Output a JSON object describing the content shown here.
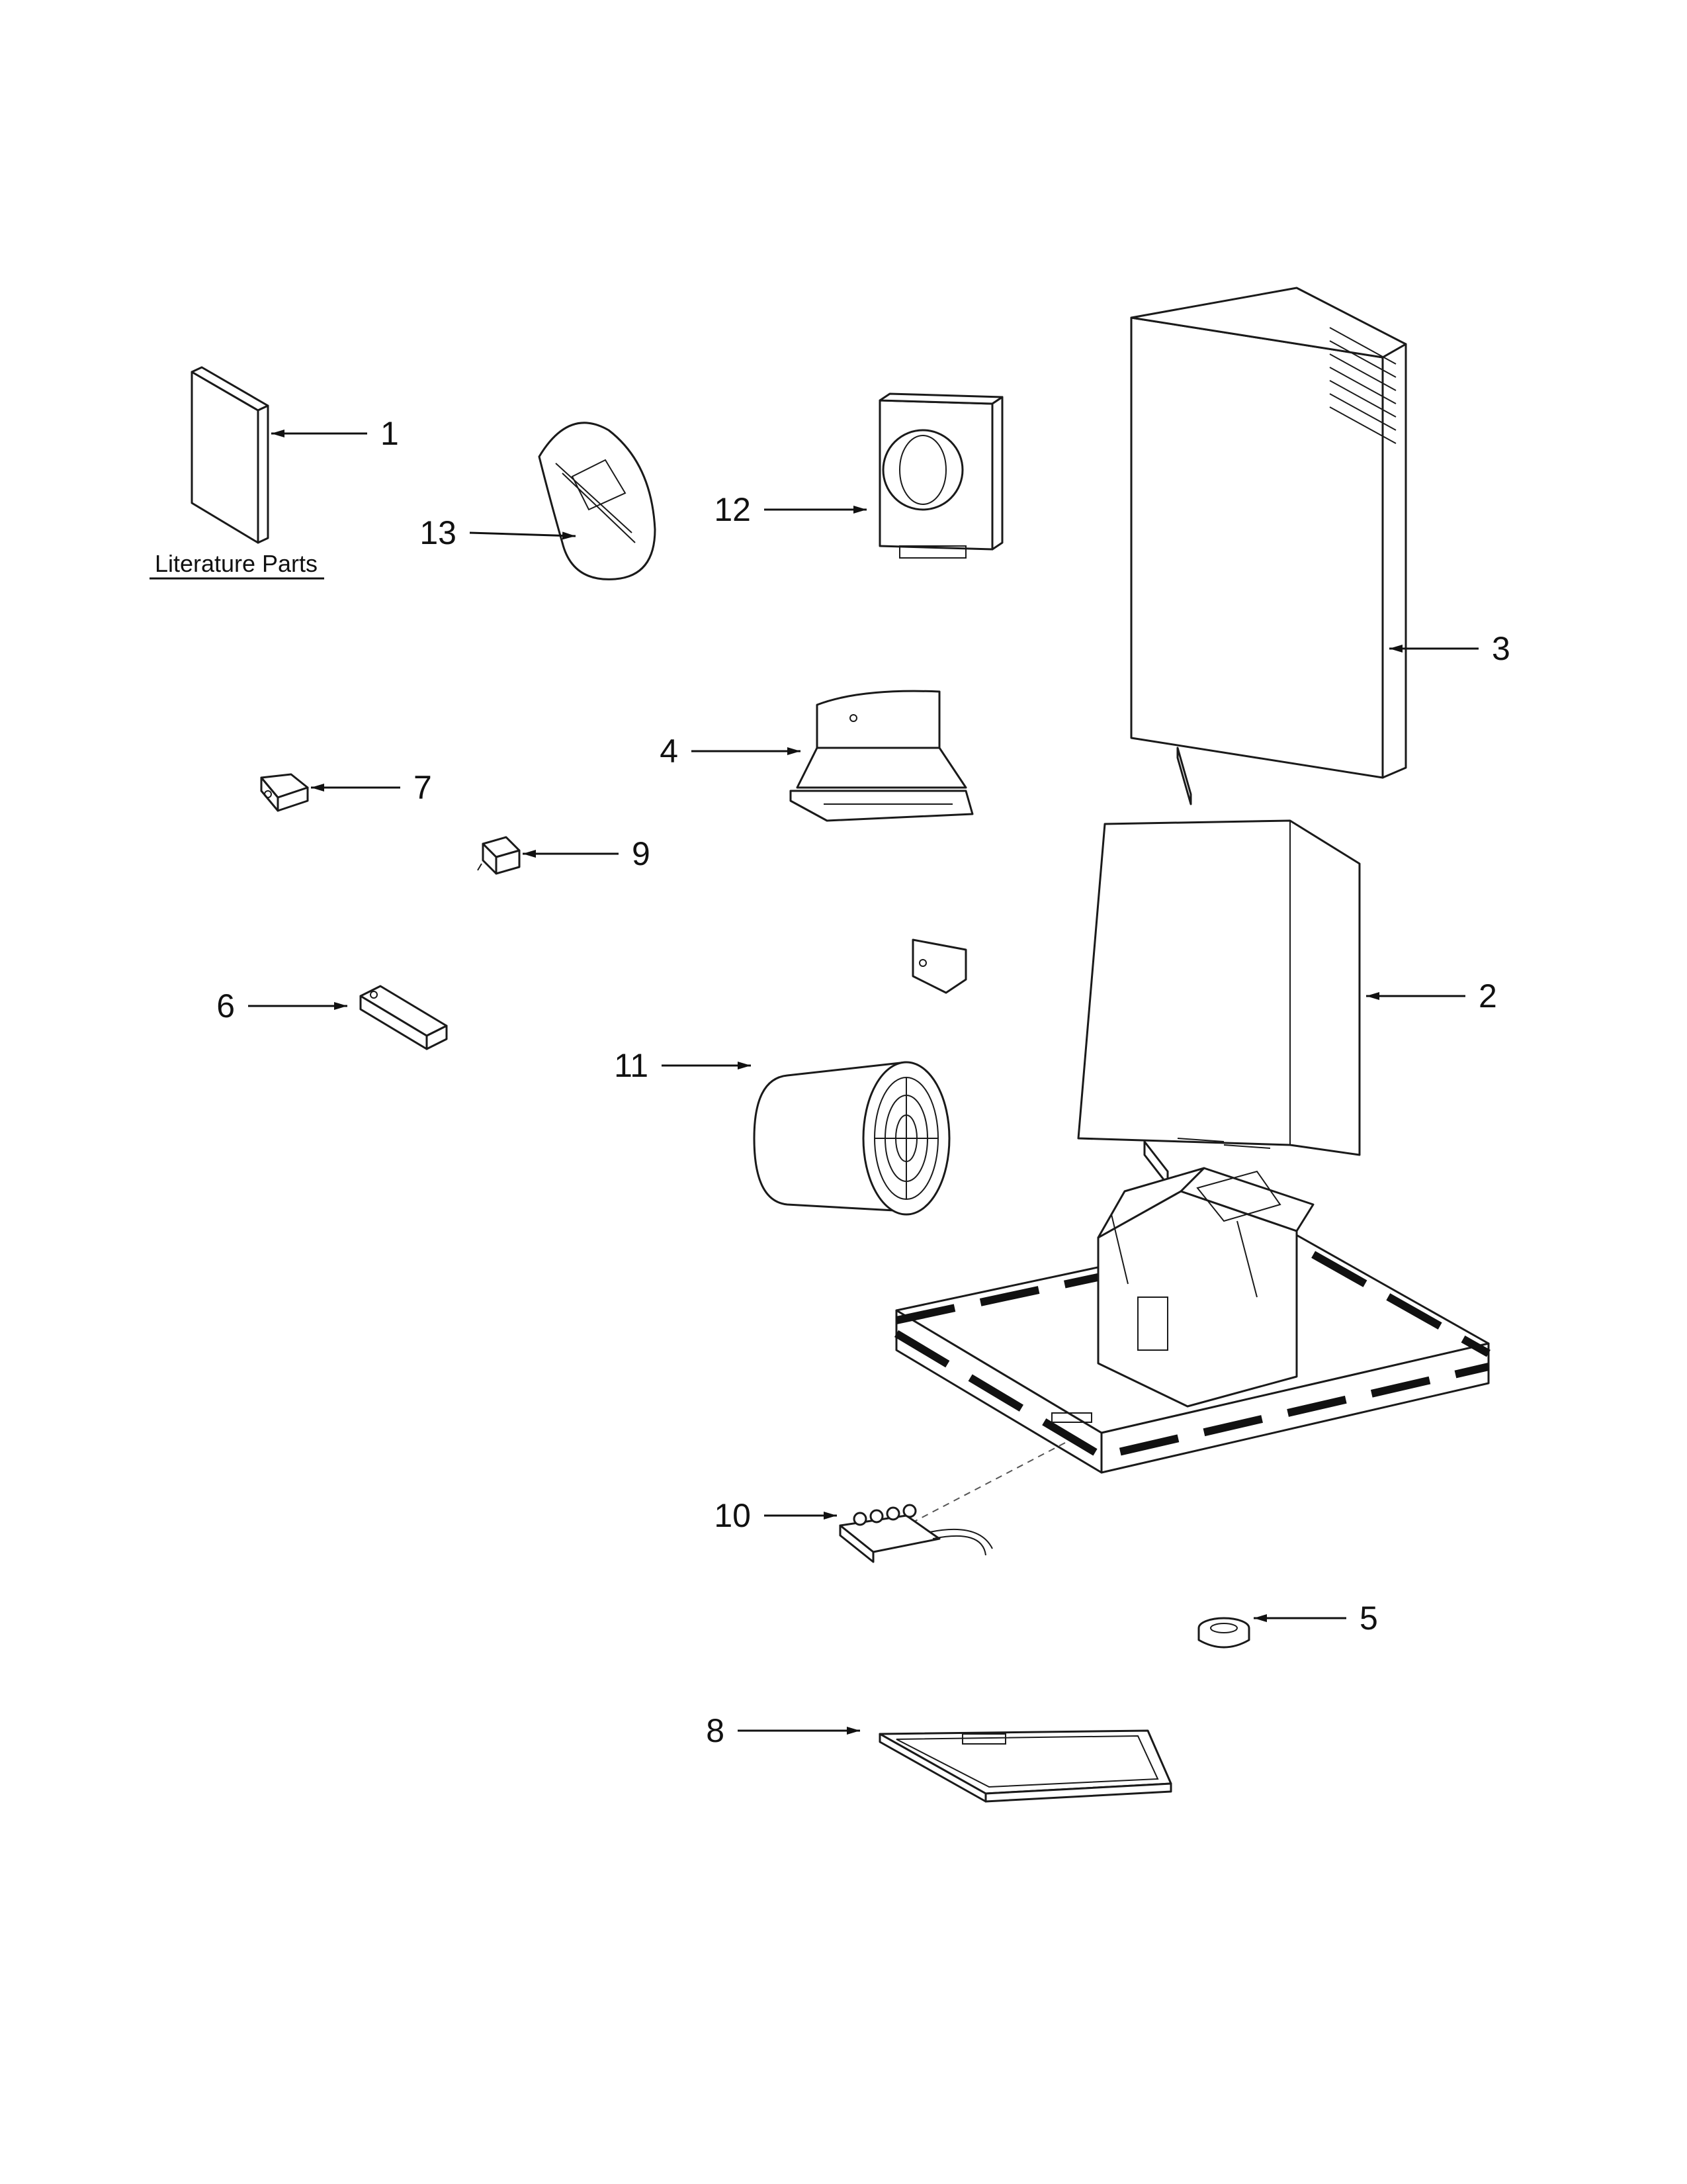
{
  "literature_caption": "Literature Parts",
  "callouts": [
    {
      "id": "1",
      "text": "1"
    },
    {
      "id": "2",
      "text": "2"
    },
    {
      "id": "3",
      "text": "3"
    },
    {
      "id": "4",
      "text": "4"
    },
    {
      "id": "5",
      "text": "5"
    },
    {
      "id": "6",
      "text": "6"
    },
    {
      "id": "7",
      "text": "7"
    },
    {
      "id": "8",
      "text": "8"
    },
    {
      "id": "9",
      "text": "9"
    },
    {
      "id": "10",
      "text": "10"
    },
    {
      "id": "11",
      "text": "11"
    },
    {
      "id": "12",
      "text": "12"
    },
    {
      "id": "13",
      "text": "13"
    }
  ]
}
